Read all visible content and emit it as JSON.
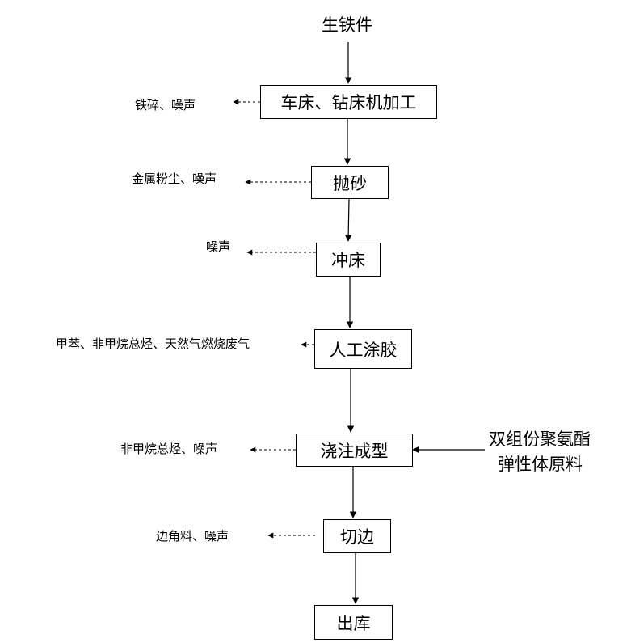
{
  "input": {
    "label": "生铁件"
  },
  "steps": [
    {
      "label": "车床、钻床机加工",
      "output": "铁碎、噪声"
    },
    {
      "label": "抛砂",
      "output": "金属粉尘、噪声"
    },
    {
      "label": "冲床",
      "output": "噪声"
    },
    {
      "label": "人工涂胶",
      "output": "甲苯、非甲烷总烃、天然气燃烧废气"
    },
    {
      "label": "浇注成型",
      "output": "非甲烷总烃、噪声"
    },
    {
      "label": "切边",
      "output": "边角料、噪声"
    },
    {
      "label": "出库"
    }
  ],
  "side_input": {
    "line1": "双组份聚氨酯",
    "line2": "弹性体原料"
  }
}
